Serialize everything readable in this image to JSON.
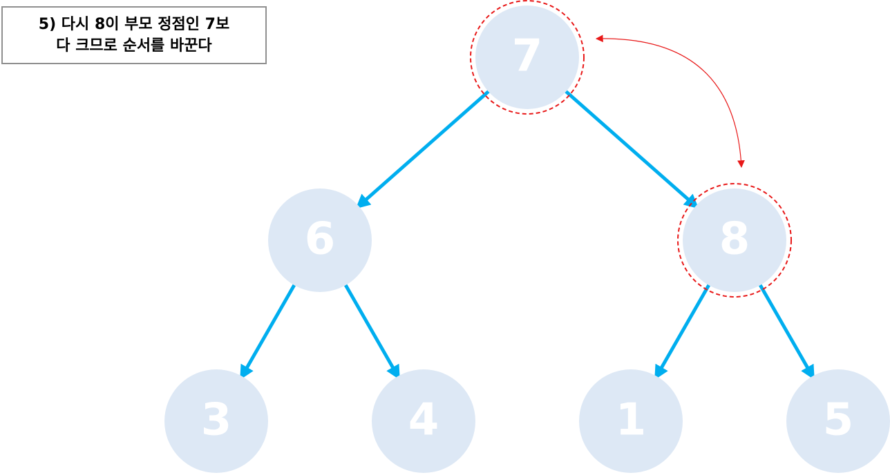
{
  "caption": {
    "line1": "5) 다시 8이 부모 정점인 7보",
    "line2": "다 크므로 순서를 바꾼다"
  },
  "tree": {
    "nodes": [
      {
        "id": "root",
        "label": "7",
        "highlighted": true
      },
      {
        "id": "left",
        "label": "6",
        "highlighted": false
      },
      {
        "id": "right",
        "label": "8",
        "highlighted": true
      },
      {
        "id": "left-left",
        "label": "3",
        "highlighted": false
      },
      {
        "id": "left-right",
        "label": "4",
        "highlighted": false
      },
      {
        "id": "right-left",
        "label": "1",
        "highlighted": false
      },
      {
        "id": "right-right",
        "label": "5",
        "highlighted": false
      }
    ],
    "edges": [
      {
        "from": "root",
        "to": "left"
      },
      {
        "from": "root",
        "to": "right"
      },
      {
        "from": "left",
        "to": "left-left"
      },
      {
        "from": "left",
        "to": "left-right"
      },
      {
        "from": "right",
        "to": "right-left"
      },
      {
        "from": "right",
        "to": "right-right"
      }
    ],
    "swap": {
      "between": [
        "root",
        "right"
      ]
    }
  },
  "colors": {
    "node_fill": "#dde8f5",
    "node_text": "#ffffff",
    "edge": "#00aeef",
    "highlight": "#e81818",
    "swap_arrow": "#e81818"
  }
}
